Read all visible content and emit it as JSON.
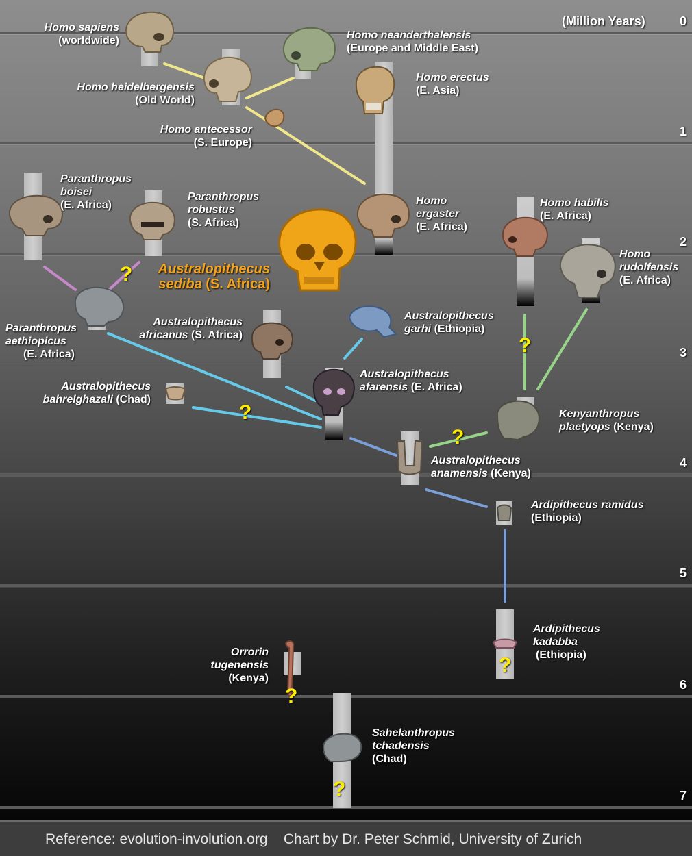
{
  "chart": {
    "units_label": "(Million Years)",
    "ticks": [
      "0",
      "1",
      "2",
      "3",
      "4",
      "5",
      "6",
      "7"
    ]
  },
  "species": {
    "sapiens": {
      "name": "Homo sapiens",
      "region": "(worldwide)"
    },
    "neanderthal": {
      "name": "Homo neanderthalensis",
      "region": "(Europe and Middle East)"
    },
    "heidelberg": {
      "name": "Homo heidelbergensis",
      "region": "(Old World)"
    },
    "erectus": {
      "name": "Homo erectus",
      "region": "(E. Asia)"
    },
    "antecessor": {
      "name": "Homo antecessor",
      "region": "(S. Europe)"
    },
    "p_boisei": {
      "name1": "Paranthropus",
      "name2": "boisei",
      "region": "(E. Africa)"
    },
    "p_robustus": {
      "name1": "Paranthropus",
      "name2": "robustus",
      "region": "(S. Africa)"
    },
    "ergaster": {
      "name1": "Homo",
      "name2": "ergaster",
      "region": "(E. Africa)"
    },
    "habilis": {
      "name": "Homo habilis",
      "region": "(E. Africa)"
    },
    "rudolfensis": {
      "name1": "Homo",
      "name2": "rudolfensis",
      "region": "(E. Africa)"
    },
    "sediba": {
      "name1": "Australopithecus",
      "name2": "sediba",
      "region": "(S. Africa)"
    },
    "p_aethiopicus": {
      "name1": "Paranthropus",
      "name2": "aethiopicus",
      "region": "(E. Africa)"
    },
    "africanus": {
      "name1": "Australopithecus",
      "name2": "africanus",
      "region": "(S. Africa)"
    },
    "garhi": {
      "name1": "Australopithecus",
      "name2": "garhi",
      "region": "(Ethiopia)"
    },
    "afarensis": {
      "name1": "Australopithecus",
      "name2": "afarensis",
      "region": "(E. Africa)"
    },
    "bahrelghazali": {
      "name1": "Australopithecus",
      "name2": "bahrelghazali",
      "region": "(Chad)"
    },
    "kenyanthropus": {
      "name1": "Kenyanthropus",
      "name2": "plaetyops",
      "region": "(Kenya)"
    },
    "anamensis": {
      "name1": "Australopithecus",
      "name2": "anamensis",
      "region": "(Kenya)"
    },
    "ramidus": {
      "name": "Ardipithecus ramidus",
      "region": "(Ethiopia)"
    },
    "kadabba": {
      "name1": "Ardipithecus",
      "name2": "kadabba",
      "region": "(Ethiopia)"
    },
    "orrorin": {
      "name1": "Orrorin",
      "name2": "tugenensis",
      "region": "(Kenya)"
    },
    "sahelanthropus": {
      "name1": "Sahelanthropus",
      "name2": "tchadensis",
      "region": "(Chad)"
    }
  },
  "uncertain_mark": "?",
  "colors": {
    "homo_link": "#f0e68c",
    "paranthropus_link": "#c688c8",
    "australopith_link": "#66c9e8",
    "early_link": "#7b9fd8",
    "habilis_link": "#97d48a",
    "sediba_text": "#f4a21a",
    "question": "#ffee00"
  },
  "footer": {
    "reference": "Reference: evolution-involution.org",
    "credit": "Chart by Dr. Peter Schmid, University of Zurich"
  }
}
